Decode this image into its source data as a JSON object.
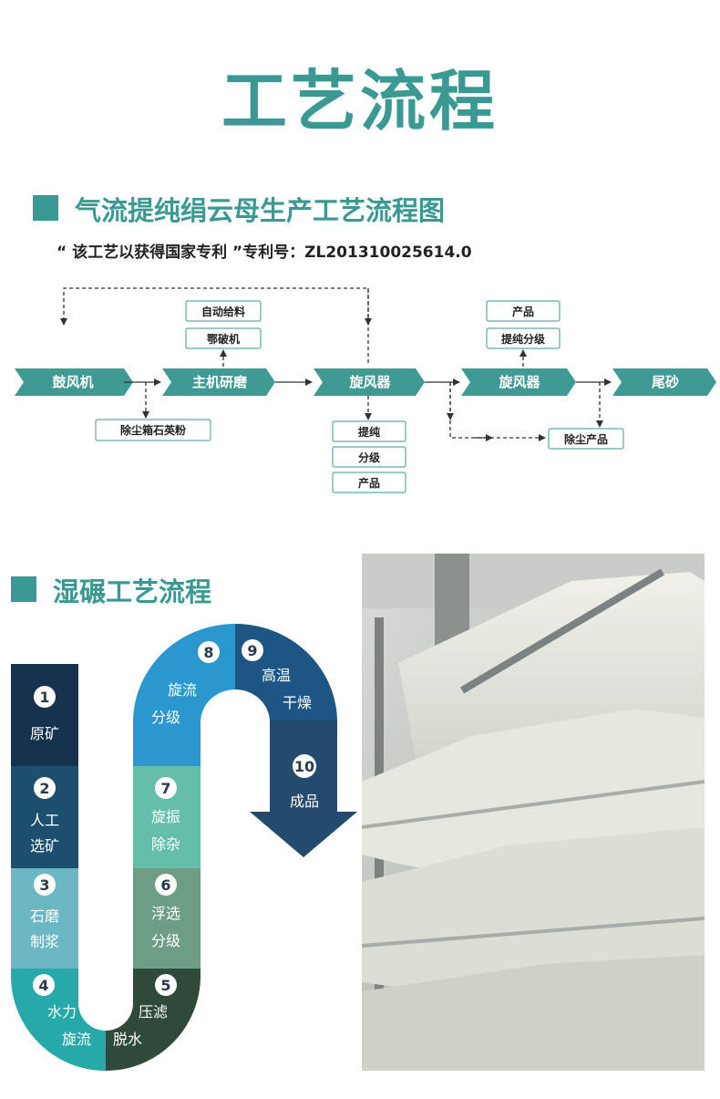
{
  "main_title": "工艺流程",
  "section1": {
    "title": "气流提纯绢云母生产工艺流程图",
    "patent": "“ 该工艺以获得国家专利 ”专利号：ZL201310025614.0"
  },
  "flow": {
    "main_steps": [
      "鼓风机",
      "主机研磨",
      "旋风器",
      "旋风器",
      "尾砂"
    ],
    "top_boxes_grinder": [
      "自动给料",
      "鄂破机"
    ],
    "bottom_box_blower": "除尘箱石英粉",
    "bottom_boxes_cyclone1": [
      "提纯",
      "分级",
      "产品"
    ],
    "top_boxes_cyclone2": [
      "产品",
      "提纯分级"
    ],
    "dust_product": "除尘产品"
  },
  "section2": {
    "title": "湿碾工艺流程",
    "steps": [
      {
        "num": "1",
        "line1": "原矿",
        "line2": ""
      },
      {
        "num": "2",
        "line1": "人工",
        "line2": "选矿"
      },
      {
        "num": "3",
        "line1": "石磨",
        "line2": "制浆"
      },
      {
        "num": "4",
        "line1": "水力",
        "line2": "旋流"
      },
      {
        "num": "5",
        "line1": "压滤",
        "line2": "脱水"
      },
      {
        "num": "6",
        "line1": "浮选",
        "line2": "分级"
      },
      {
        "num": "7",
        "line1": "旋振",
        "line2": "除杂"
      },
      {
        "num": "8",
        "line1": "旋流",
        "line2": "分级"
      },
      {
        "num": "9",
        "line1": "高温",
        "line2": "干燥"
      },
      {
        "num": "10",
        "line1": "成品",
        "line2": ""
      }
    ]
  },
  "colors": {
    "accent": "#3a9a93",
    "chevron": "#3f9a94",
    "seg1": "#16324e",
    "seg2": "#1c4f6e",
    "seg3": "#6cb7c4",
    "seg4": "#26a9a8",
    "seg5": "#2f4a3a",
    "seg6": "#6c9e85",
    "seg7": "#64bea9",
    "seg8": "#2a98cf",
    "seg9": "#1d5585",
    "seg10": "#244a6d"
  }
}
